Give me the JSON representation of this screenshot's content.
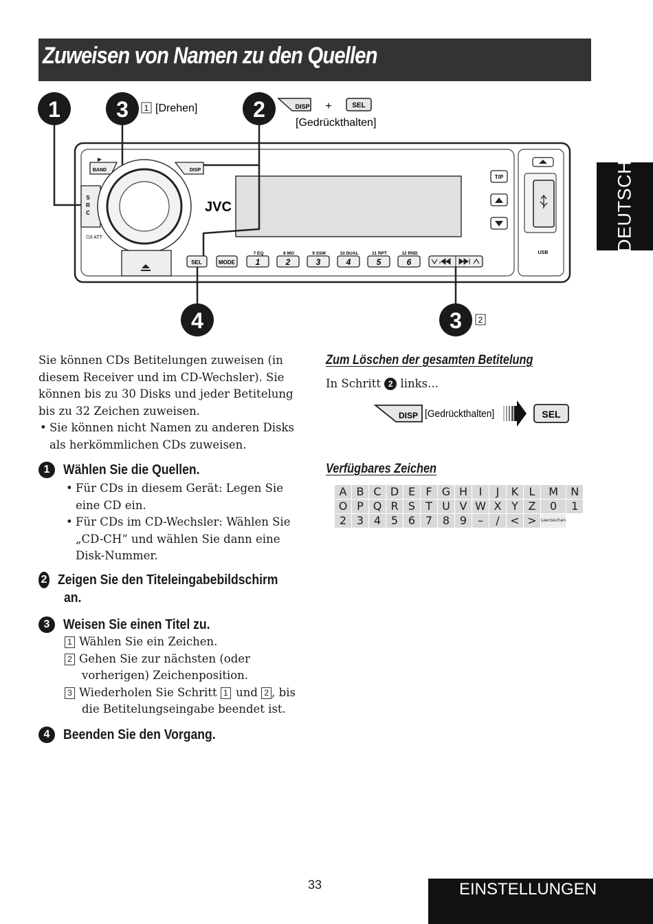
{
  "title": "Zuweisen von Namen zu den Quellen",
  "side_tab": "DEUTSCH",
  "bottom_tab": "EINSTELLUNGEN",
  "page_number": "33",
  "diagram": {
    "step1_num": "1",
    "step3_num": "3",
    "step2_num": "2",
    "step4_num": "4",
    "step3b_num": "3",
    "drehen_box": "1",
    "drehen_label": "[Drehen]",
    "gedrueckt_label": "[Gedrückthalten]",
    "box2": "2",
    "plus": "+",
    "disp": "DISP",
    "sel": "SEL",
    "band": "BAND",
    "src_s": "S",
    "src_r": "R",
    "src_c": "C",
    "att": "⏻/I ATT",
    "brand": "JVC",
    "mode": "MODE",
    "tp": "T/P",
    "usb": "USB",
    "presets": [
      {
        "top": "7  EQ",
        "num": "1"
      },
      {
        "top": "8  MO",
        "num": "2"
      },
      {
        "top": "9  SSM",
        "num": "3"
      },
      {
        "top": "10  DUAL",
        "num": "4"
      },
      {
        "top": "11  RPT",
        "num": "5"
      },
      {
        "top": "12  RND",
        "num": "6"
      }
    ]
  },
  "intro": {
    "para": "Sie können CDs Betitelungen zuweisen (in diesem Receiver und im CD-Wechsler). Sie können bis zu 30 Disks und jeder Betitelung bis zu 32 Zeichen zuweisen.",
    "bullet": "Sie können nicht Namen zu anderen Disks als herkömmlichen CDs zuweisen."
  },
  "steps": [
    {
      "num": "1",
      "head": "Wählen Sie die Quellen.",
      "bullets": [
        "Für CDs in diesem Gerät: Legen Sie eine CD ein.",
        "Für CDs im CD-Wechsler: Wählen Sie „CD-CH“ und wählen Sie dann eine Disk-Nummer."
      ]
    },
    {
      "num": "2",
      "head1": "Zeigen Sie den Titeleingabebildschirm",
      "head2": "an."
    },
    {
      "num": "3",
      "head": "Weisen Sie einen Titel zu.",
      "sub": [
        {
          "n": "1",
          "text": "Wählen Sie ein Zeichen."
        },
        {
          "n": "2",
          "text1": "Gehen Sie zur nächsten (oder",
          "text2": "vorherigen) Zeichenposition."
        },
        {
          "n": "3",
          "pre": "Wiederholen Sie Schritt",
          "a": "1",
          "mid": "und",
          "b": "2",
          "post": ", bis",
          "text2": "die Betitelungseingabe beendet ist."
        }
      ]
    },
    {
      "num": "4",
      "head": "Beenden Sie den Vorgang."
    }
  ],
  "delete": {
    "head": "Zum Löschen der gesamten Betitelung",
    "line_pre": "In Schritt",
    "line_num": "2",
    "line_post": "links...",
    "disp": "DISP",
    "hold": "[Gedrückthalten]",
    "sel": "SEL"
  },
  "chars": {
    "head": "Verfügbares Zeichen",
    "rows": [
      [
        "A",
        "B",
        "C",
        "D",
        "E",
        "F",
        "G",
        "H",
        "I",
        "J",
        "K",
        "L",
        "M",
        "N"
      ],
      [
        "O",
        "P",
        "Q",
        "R",
        "S",
        "T",
        "U",
        "V",
        "W",
        "X",
        "Y",
        "Z",
        "0",
        "1"
      ],
      [
        "2",
        "3",
        "4",
        "5",
        "6",
        "7",
        "8",
        "9",
        "–",
        "/",
        "<",
        ">",
        "Leerzeichen"
      ]
    ]
  }
}
